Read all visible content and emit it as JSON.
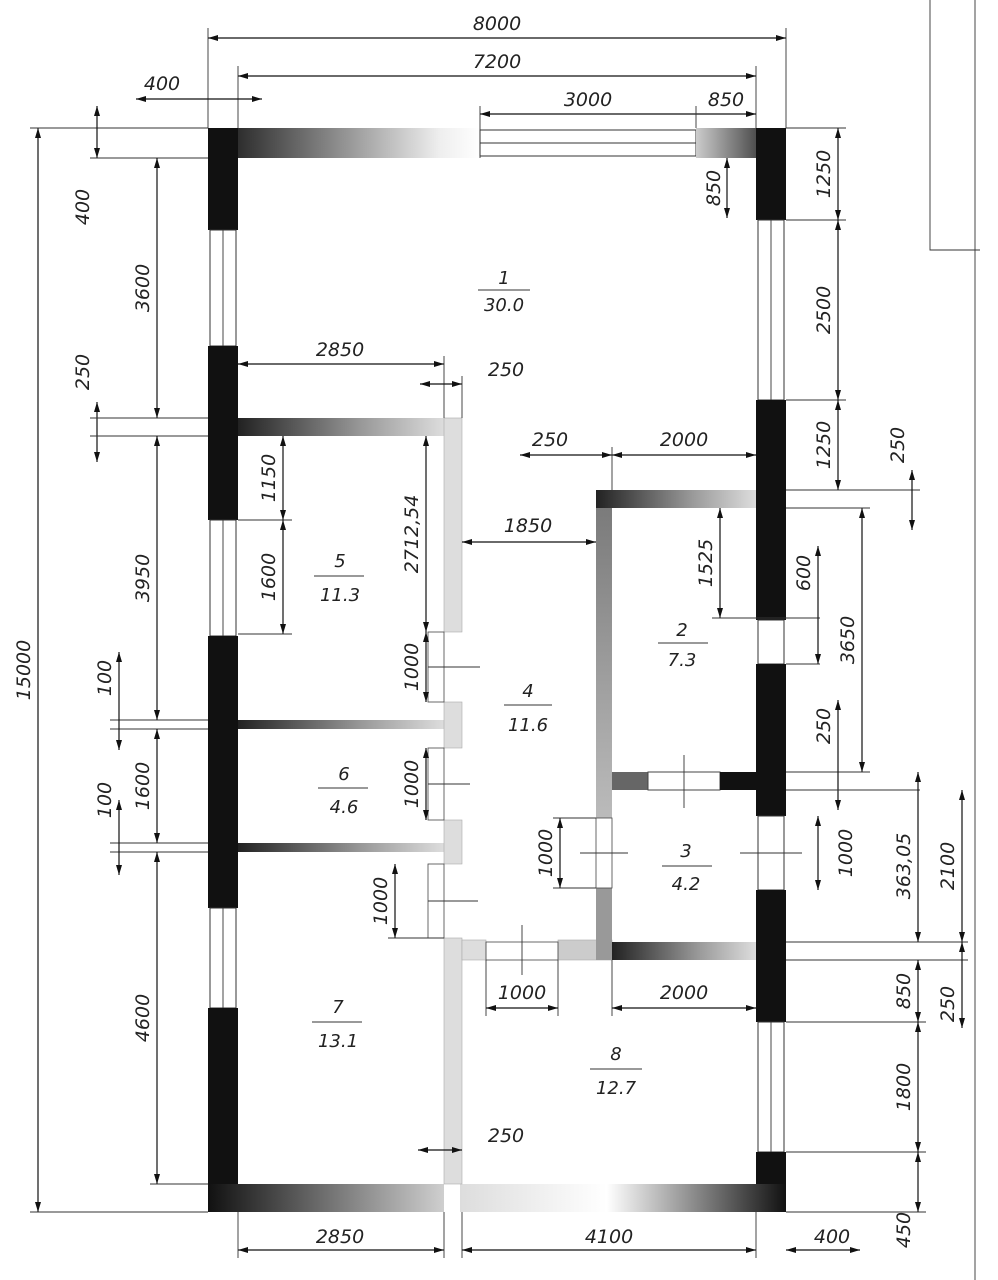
{
  "rooms": [
    {
      "number": "1",
      "area": "30.0"
    },
    {
      "number": "2",
      "area": "7.3"
    },
    {
      "number": "3",
      "area": "4.2"
    },
    {
      "number": "4",
      "area": "11.6"
    },
    {
      "number": "5",
      "area": "11.3"
    },
    {
      "number": "6",
      "area": "4.6"
    },
    {
      "number": "7",
      "area": "13.1"
    },
    {
      "number": "8",
      "area": "12.7"
    }
  ],
  "dimensions": {
    "top_overall": "8000",
    "top_inner": "7200",
    "top_left_offset": "400",
    "top_window": "3000",
    "top_right_pier": "850",
    "top_right_pier_vertical": "850",
    "left_total": "15000",
    "left_400": "400",
    "left_3600": "3600",
    "left_250": "250",
    "left_3950": "3950",
    "left_100_a": "100",
    "left_1600": "1600",
    "left_100_b": "100",
    "left_4600": "4600",
    "room1_partition": "2850",
    "wall_250_a": "250",
    "room5_1150": "1150",
    "room5_1600": "1600",
    "room5_2712": "2712,54",
    "door_1000_a": "1000",
    "door_1000_b": "1000",
    "door_1000_c": "1000",
    "corridor_1850": "1850",
    "wall_250_b": "250",
    "room2_2000": "2000",
    "room2_1525": "1525",
    "room2_600": "600",
    "room2_3650": "3650",
    "room2_250": "250",
    "room3_door_left": "1000",
    "room3_door_right": "1000",
    "room3_363": "363,05",
    "room3_2100": "2100",
    "right_1250_a": "1250",
    "right_2500": "2500",
    "right_1250_b": "1250",
    "right_250": "250",
    "right_850": "850",
    "right_250_b": "250",
    "right_1800": "1800",
    "right_450": "450",
    "room8_door": "1000",
    "room8_2000": "2000",
    "wall_250_c": "250",
    "bottom_2850": "2850",
    "bottom_4100": "4100",
    "bottom_400": "400"
  }
}
